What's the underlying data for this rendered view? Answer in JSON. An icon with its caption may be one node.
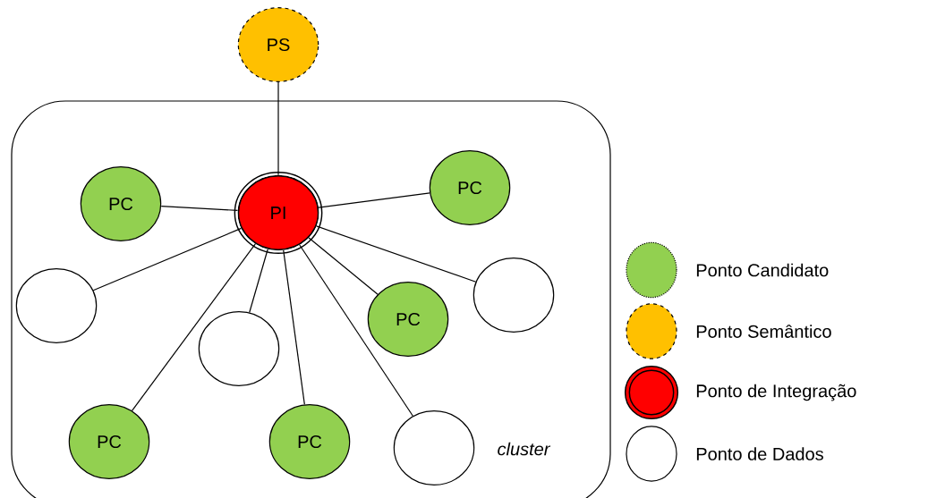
{
  "diagram": {
    "nodes": [
      {
        "text": [
          "PS"
        ]
      },
      {
        "text": [
          "cluster"
        ]
      },
      {
        "text": [
          "PI"
        ],
        "in": 1
      },
      {
        "text": [
          "PC"
        ],
        "in": 1
      },
      {
        "text": [
          "PC"
        ],
        "in": 1
      },
      {
        "text": [],
        "shape": "circle",
        "in": 1
      },
      {
        "text": [],
        "shape": "circle",
        "in": 1
      },
      {
        "text": [
          "PC"
        ],
        "in": 1
      },
      {
        "text": [],
        "shape": "circle",
        "in": 1
      },
      {
        "text": [
          "PC"
        ],
        "in": 1
      },
      {
        "text": [
          "PC"
        ],
        "in": 1
      },
      {
        "text": [],
        "shape": "circle",
        "in": 1
      }
    ],
    "edges": [
      {
        "from": 0,
        "to": 2,
        "arrow": "none"
      },
      {
        "from": 2,
        "to": 3,
        "arrow": "none"
      },
      {
        "from": 2,
        "to": 4,
        "arrow": "none"
      },
      {
        "from": 2,
        "to": 5,
        "arrow": "none"
      },
      {
        "from": 2,
        "to": 6,
        "arrow": "none"
      },
      {
        "from": 2,
        "to": 7,
        "arrow": "none"
      },
      {
        "from": 2,
        "to": 8,
        "arrow": "none"
      },
      {
        "from": 2,
        "to": 9,
        "arrow": "none"
      },
      {
        "from": 2,
        "to": 10,
        "arrow": "none"
      },
      {
        "from": 2,
        "to": 11,
        "arrow": "none"
      }
    ],
    "legend": [
      {
        "text": "Ponto Candidato",
        "color": "#92d050"
      },
      {
        "text": "Ponto Semântico",
        "color": "#ffc000"
      },
      {
        "text": "Ponto de Integração",
        "color": "#ff0000"
      },
      {
        "text": "Ponto de Dados"
      }
    ]
  }
}
